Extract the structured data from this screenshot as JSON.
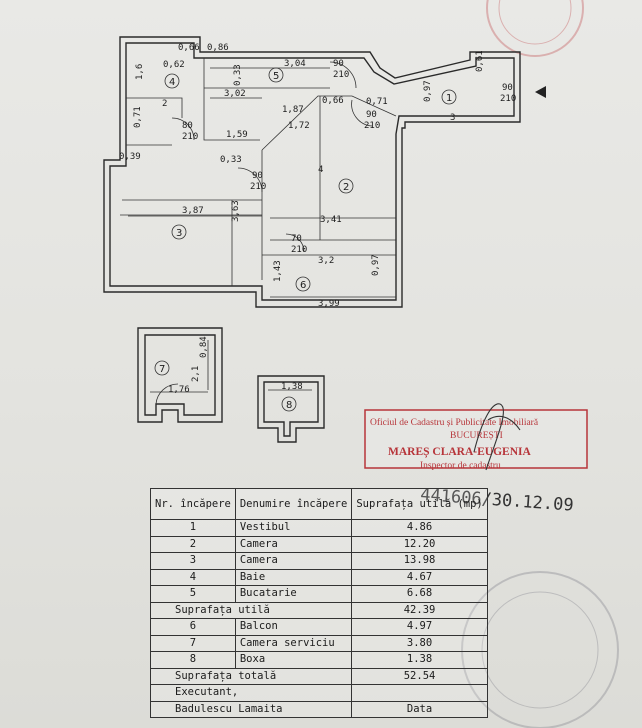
{
  "plan": {
    "room_numbers": [
      "1",
      "2",
      "3",
      "4",
      "5",
      "6",
      "7",
      "8"
    ],
    "dims": {
      "d066": "0,66",
      "d086": "0,86",
      "d062": "0,62",
      "d16": "1,6",
      "d304": "3,04",
      "d033a": "0,33",
      "d302": "3,02",
      "d9021a": "90",
      "d9021b": "210",
      "d097a": "0,97",
      "d061": "0,61",
      "d9021c": "90",
      "d9021d": "210",
      "d071a": "0,71",
      "d2": "2",
      "d187": "1,87",
      "d066b": "0,66",
      "d071b": "0,71",
      "d9021e": "90",
      "d9021f": "210",
      "d3": "3",
      "d172": "1,72",
      "d8021a": "80",
      "d8021b": "210",
      "d159": "1,59",
      "d039": "0,39",
      "d033b": "0,33",
      "d4": "4",
      "d9021g": "90",
      "d9021h": "210",
      "d387": "3,87",
      "d363": "3,63",
      "d341": "3,41",
      "d7021a": "70",
      "d7021b": "210",
      "d32": "3,2",
      "d143": "1,43",
      "d097b": "0,97",
      "d399": "3,99",
      "d084": "0,84",
      "d21": "2,1",
      "d176": "1,76",
      "d138": "1,38"
    }
  },
  "stamp": {
    "line1": "Oficiul de Cadastru și Publicitate Imobiliară",
    "line2": "BUCUREȘTI",
    "name": "MAREȘ CLARA-EUGENIA",
    "role": "Inspector de cadastru",
    "handwritten": "441606/30.12.09"
  },
  "table": {
    "headers": {
      "nr": "Nr. încăpere",
      "name": "Denumire încăpere",
      "area": "Suprafața utilă (mp)"
    },
    "rows": [
      {
        "nr": "1",
        "name": "Vestibul",
        "area": "4.86"
      },
      {
        "nr": "2",
        "name": "Camera",
        "area": "12.20"
      },
      {
        "nr": "3",
        "name": "Camera",
        "area": "13.98"
      },
      {
        "nr": "4",
        "name": "Baie",
        "area": "4.67"
      },
      {
        "nr": "5",
        "name": "Bucatarie",
        "area": "6.68"
      }
    ],
    "useful_label": "Suprafața utilă",
    "useful_value": "42.39",
    "rows2": [
      {
        "nr": "6",
        "name": "Balcon",
        "area": "4.97"
      },
      {
        "nr": "7",
        "name": "Camera serviciu",
        "area": "3.80"
      },
      {
        "nr": "8",
        "name": "Boxa",
        "area": "1.38"
      }
    ],
    "total_label": "Suprafața totală",
    "total_value": "52.54",
    "executant_label": "Executant,",
    "executant_name": "Badulescu Lamaita",
    "date_label": "Data"
  },
  "colors": {
    "stamp_red": "#b7353a",
    "ink": "#222222",
    "paper": "#e6e6e2"
  }
}
